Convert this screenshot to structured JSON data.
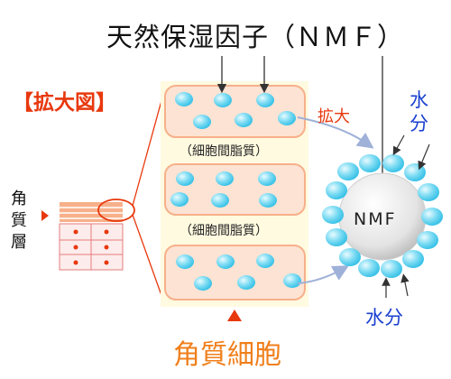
{
  "title": "天然保湿因子（ＮＭＦ）",
  "zoom_label": "【拡大図】",
  "stratum_label": [
    "角",
    "質",
    "層"
  ],
  "lipid_label_1": "（細胞間脂質）",
  "lipid_label_2": "（細胞間脂質）",
  "enlarge_label": "拡大",
  "water_top": "水分",
  "water_top_line2": "分",
  "water_bottom": "水分",
  "nmf_label": "NMF",
  "corneocyte_label": "角質細胞",
  "colors": {
    "red": "#e8380d",
    "orange": "#f07f1b",
    "blue": "#1a3fd0",
    "cell": "#fce3d4",
    "cellEdge": "#f7b08a",
    "droplet": "#6ad5f0"
  }
}
